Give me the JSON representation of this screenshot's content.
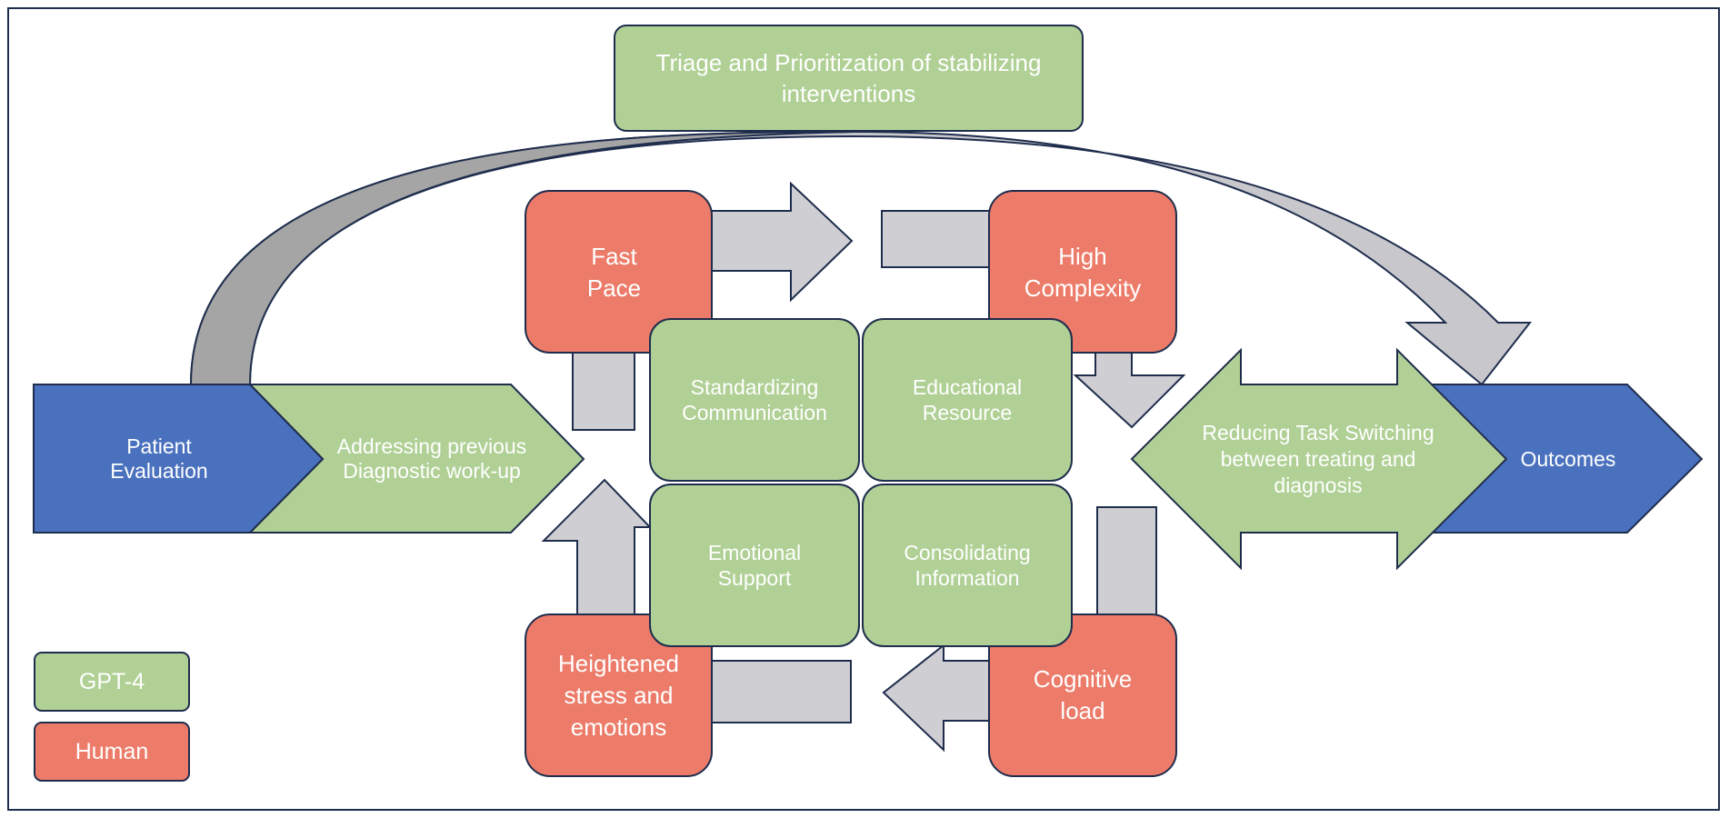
{
  "colors": {
    "gpt4_green": "#b0d095",
    "human_red": "#ec7b69",
    "blue": "#4a71be",
    "connector_gray": "#cfced2",
    "curve_dark_gray": "#a5a5a5",
    "outline": "#1f2d4d"
  },
  "top_box": {
    "label": "Triage and Prioritization of stabilizing\ninterventions",
    "group": "GPT-4"
  },
  "left_flow": {
    "start_label": "Patient\nEvaluation",
    "step_label": "Addressing previous\nDiagnostic work-up"
  },
  "human_factors": [
    {
      "id": "fast-pace",
      "label": "Fast\nPace"
    },
    {
      "id": "high-complexity",
      "label": "High\nComplexity"
    },
    {
      "id": "heightened-stress",
      "label": "Heightened\nstress and\nemotions"
    },
    {
      "id": "cognitive-load",
      "label": "Cognitive\nload"
    }
  ],
  "gpt4_supports": [
    {
      "id": "standardizing-communication",
      "label": "Standardizing\nCommunication"
    },
    {
      "id": "educational-resource",
      "label": "Educational\nResource"
    },
    {
      "id": "emotional-support",
      "label": "Emotional\nSupport"
    },
    {
      "id": "consolidating-information",
      "label": "Consolidating\nInformation"
    }
  ],
  "right_flow": {
    "double_arrow_label": "Reducing Task Switching\nbetween treating and\ndiagnosis",
    "end_label": "Outcomes"
  },
  "legend": [
    {
      "label": "GPT-4",
      "color": "#b0d095"
    },
    {
      "label": "Human",
      "color": "#ec7b69"
    }
  ]
}
